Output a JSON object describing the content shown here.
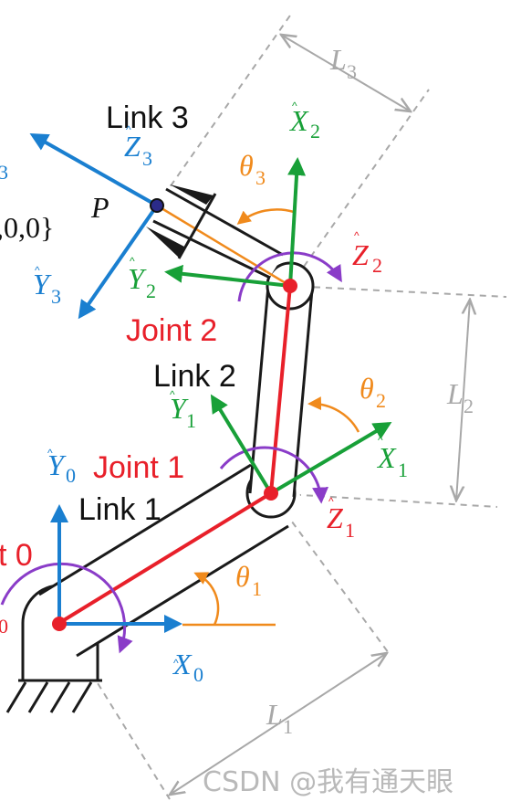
{
  "labels": {
    "link1": "Link 1",
    "link2": "Link 2",
    "link3": "Link 3",
    "joint0": "t 0",
    "joint1": "Joint 1",
    "joint2": "Joint 2",
    "point_p": "P",
    "point_coords": ",0,0}"
  },
  "axes": {
    "x0": {
      "letter": "X",
      "sub": "0"
    },
    "y0": {
      "letter": "Y",
      "sub": "0"
    },
    "z0_sub": "0",
    "x1": {
      "letter": "X",
      "sub": "1"
    },
    "y1": {
      "letter": "Y",
      "sub": "1"
    },
    "z1": {
      "letter": "Z",
      "sub": "1"
    },
    "x2": {
      "letter": "X",
      "sub": "2"
    },
    "y2": {
      "letter": "Y",
      "sub": "2"
    },
    "z2": {
      "letter": "Z",
      "sub": "2"
    },
    "y3": {
      "letter": "Y",
      "sub": "3"
    },
    "z3": {
      "letter": "Z",
      "sub": "3"
    },
    "x3_sub": "3"
  },
  "angles": {
    "theta1": {
      "symbol": "θ",
      "sub": "1"
    },
    "theta2": {
      "symbol": "θ",
      "sub": "2"
    },
    "theta3": {
      "symbol": "θ",
      "sub": "3"
    }
  },
  "dimensions": {
    "L1": {
      "letter": "L",
      "sub": "1"
    },
    "L2": {
      "letter": "L",
      "sub": "2"
    },
    "L3": {
      "letter": "L",
      "sub": "3"
    }
  },
  "watermark": "CSDN @我有通天眼",
  "colors": {
    "frame0_3": "#1a7fd0",
    "frame1_2": "#18a038",
    "joint_red": "#e8202a",
    "angle_orange": "#f08a1c",
    "rotation_purple": "#8a3cc8",
    "dimension_gray": "#a8a8a8"
  }
}
